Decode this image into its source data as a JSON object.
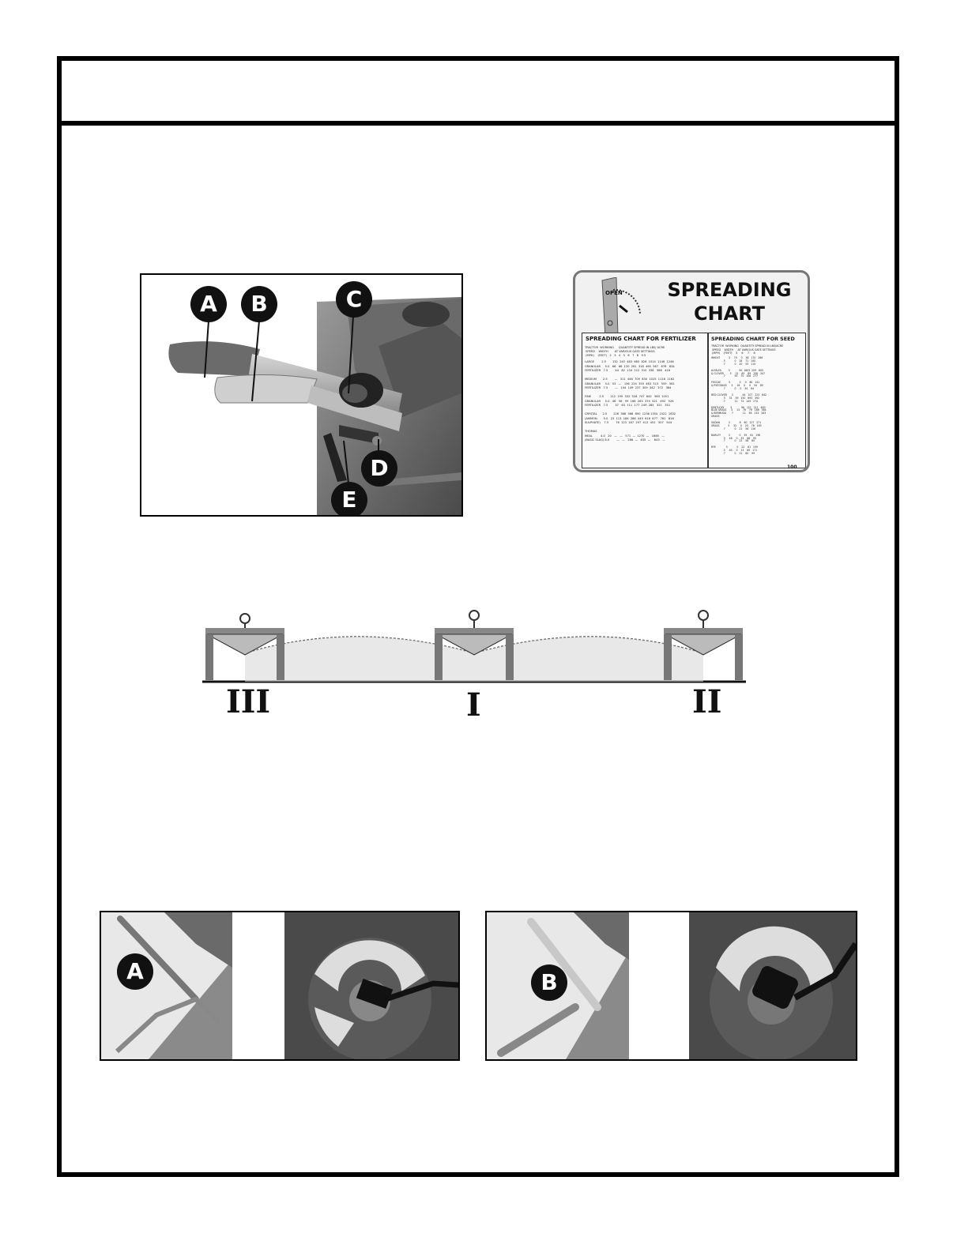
{
  "photo_top_left": {
    "labels": [
      "A",
      "B",
      "C",
      "D",
      "E"
    ]
  },
  "spreading_chart": {
    "title_line1": "SPREADING",
    "title_line2": "CHART",
    "dial_label": "OPEN",
    "fertilizer_title": "SPREADING CHART FOR FERTILIZER",
    "seed_title": "SPREADING CHART FOR SEED",
    "fertilizer_header": "TRACTOR  WORKING     QUANTITY SPREAD IN LBS/ ACRE\n SPEED    WIDTH       AT VARIOUS GATE SETTINGS\n (MPH)    (FEET)   2   3   4   5   6   7   8   9.5",
    "fertilizer_rows": "LARGE        2.5       132  245  483  685  826  1014  1148  1246\nGRANULAR     5.0   66   66  120  261  318  465  567   676   834\nFERTILIZER   7.5        44   82  134  212  310  338   388   416\n\nMEDIUM       2.5        —   311  446  709  830  1025  1118  1162\nGRANULAR     5.0   53   —   156  224  355  463  513   559   581\nFERTILIZER   7.5        —   104  149  237  309  342   372   384\n\nFINE         2.5       112  199  332  528  747  842   983  1051\nGRANULAR     5.0   46   56   99  166  263  374  421   492   526\nFERTILIZER   7.5        37   63  111  177  249  285   321   351\n\nCRYSTAL      2.5       226  368  568  890  1236 1354  1522  1632\n(AMMON.      5.0   23  113  184  286  445  618  677   761   816\nSULPHATE)    7.5        76  123  187  297  412  451   507   544\n\nTHOMAS\nMEAL         4.0   20   —   —   571  —  1270  —   1685   —\n(BASIC SLAG) 8.0        —   —   286  —   635  —    843   —",
    "seed_header": "TRACTOR  WORKING  QUANTITY SPREAD IN LBS/ACRE\n SPEED    WIDTH     AT VARIOUS GATE SETTINGS\n (MPH)    (FEET)    3     6     7     8",
    "seed_rows": "WHEAT           3     70     0    46   170   266\n                5            0    28    71   140\n                7            0    20    55   115\n\nALFALFA         3            90  1803  209   605\n& CLOVER        5     31    65    89   158   347\n                7            55    70   106   277\n\nFESCUE          3            0     0    80   141\n& RYEGRASS      5     16     0     0    54    85\n                7            0     0    34    64\n\nRED CLOVER      3            44   107   223   642\n                5     31    59   150   693   392\n                7            12    72   145   274\n\nKENTUCKY        3            96   121   211   600\nBLUE GRASS      5     13    76    76   186   364\n& BERMUDA       7            12    58   133   283\nGRASS\n\nSUDAN           3            8    60   127   271\nGRASS           5     32     0    20    78   163\n                7            0    21    56   116\n\nBARLEY          3            0    55    81   196\n                5     48     0    33    66    95\n                7            0    22    56    80\n\nRYE             3            0    22    61   199\n                5     40     0    13    60   171\n                7            0    11    60    99",
    "page_number": "100"
  },
  "spread_diagram": {
    "left_label": "III",
    "center_label": "I",
    "right_label": "II"
  },
  "photo_bottom_left": {
    "label": "A"
  },
  "photo_bottom_right": {
    "label": "B"
  }
}
